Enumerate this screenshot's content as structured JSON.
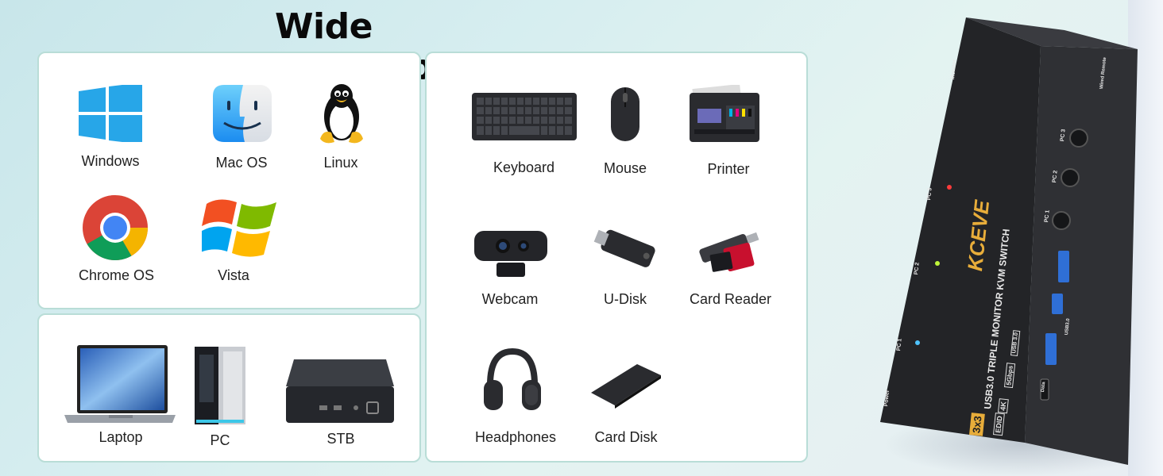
{
  "title": "Wide Compability",
  "os": [
    {
      "label": "Windows",
      "icon": "windows-logo-icon"
    },
    {
      "label": "Mac OS",
      "icon": "macos-finder-icon"
    },
    {
      "label": "Linux",
      "icon": "linux-tux-icon"
    },
    {
      "label": "Chrome OS",
      "icon": "chrome-logo-icon"
    },
    {
      "label": "Vista",
      "icon": "windows-vista-logo-icon"
    }
  ],
  "hosts": [
    {
      "label": "Laptop",
      "icon": "laptop-icon"
    },
    {
      "label": "PC",
      "icon": "pc-tower-icon"
    },
    {
      "label": "STB",
      "icon": "set-top-box-icon"
    }
  ],
  "devices": [
    {
      "label": "Keyboard",
      "icon": "keyboard-icon"
    },
    {
      "label": "Mouse",
      "icon": "mouse-icon"
    },
    {
      "label": "Printer",
      "icon": "printer-icon"
    },
    {
      "label": "Webcam",
      "icon": "webcam-icon"
    },
    {
      "label": "U-Disk",
      "icon": "usb-disk-icon"
    },
    {
      "label": "Card Reader",
      "icon": "card-reader-icon"
    },
    {
      "label": "Headphones",
      "icon": "headphones-icon"
    },
    {
      "label": "Card Disk",
      "icon": "card-disk-icon"
    }
  ],
  "kvm": {
    "brand": "KCEVE",
    "model_text": "USB3.0 TRIPLE MONITOR KVM SWITCH",
    "badge": "3x3",
    "tags": [
      "EDID",
      "4K",
      "5Gbps",
      "USB 3.0"
    ],
    "buttons": [
      "PC 1",
      "PC 2",
      "PC 3"
    ],
    "ports": [
      "PC 1",
      "PC 2",
      "PC 3"
    ],
    "labels": [
      "Power",
      "Monitor",
      "Wired Remote",
      "USB3.0",
      "Data"
    ],
    "colors": {
      "body": "#2b2b2d",
      "accent": "#2f6fd6",
      "brand": "#e8ad3a"
    }
  }
}
